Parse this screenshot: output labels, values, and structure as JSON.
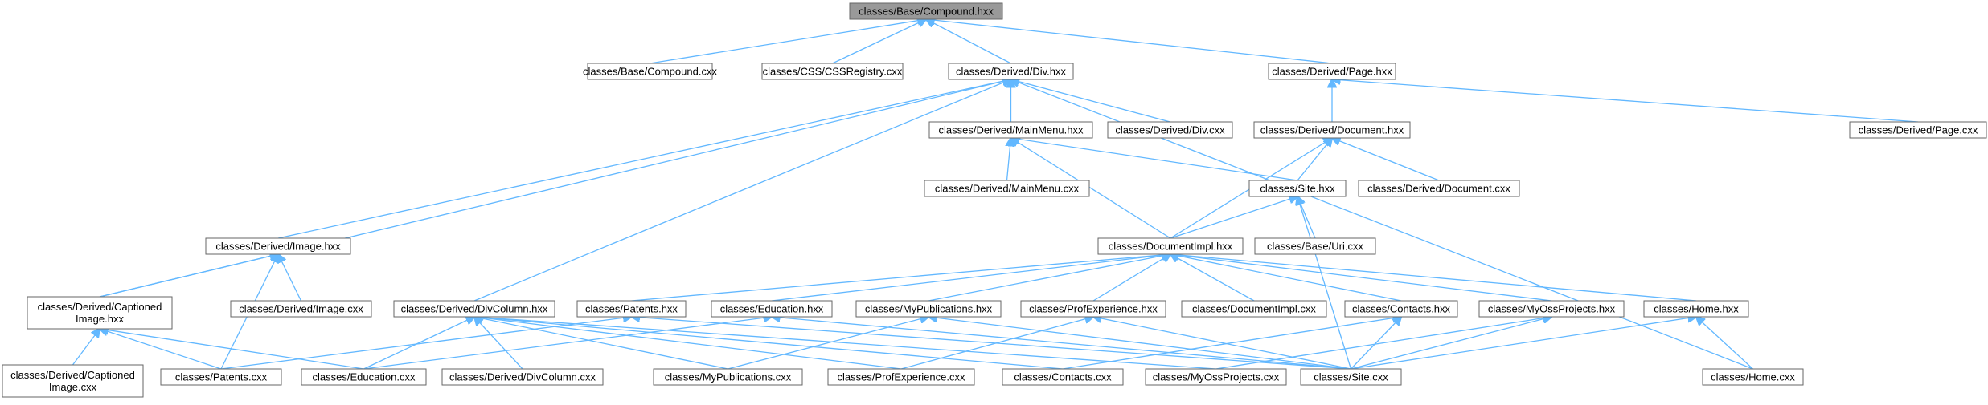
{
  "colors": {
    "edge": "#63b8ff",
    "root_fill": "#999999",
    "node_border": "#666666"
  },
  "nodes": [
    {
      "id": "base_compound_hxx",
      "lines": [
        "classes/Base/Compound.hxx"
      ],
      "root": true
    },
    {
      "id": "base_compound_cxx",
      "lines": [
        "classes/Base/Compound.cxx"
      ]
    },
    {
      "id": "css_cssregistry_cxx",
      "lines": [
        "classes/CSS/CSSRegistry.cxx"
      ]
    },
    {
      "id": "derived_div_hxx",
      "lines": [
        "classes/Derived/Div.hxx"
      ]
    },
    {
      "id": "derived_page_hxx",
      "lines": [
        "classes/Derived/Page.hxx"
      ]
    },
    {
      "id": "derived_mainmenu_hxx",
      "lines": [
        "classes/Derived/MainMenu.hxx"
      ]
    },
    {
      "id": "derived_div_cxx",
      "lines": [
        "classes/Derived/Div.cxx"
      ]
    },
    {
      "id": "derived_document_hxx",
      "lines": [
        "classes/Derived/Document.hxx"
      ]
    },
    {
      "id": "derived_page_cxx",
      "lines": [
        "classes/Derived/Page.cxx"
      ]
    },
    {
      "id": "derived_mainmenu_cxx",
      "lines": [
        "classes/Derived/MainMenu.cxx"
      ]
    },
    {
      "id": "site_hxx",
      "lines": [
        "classes/Site.hxx"
      ]
    },
    {
      "id": "derived_document_cxx",
      "lines": [
        "classes/Derived/Document.cxx"
      ]
    },
    {
      "id": "derived_image_hxx",
      "lines": [
        "classes/Derived/Image.hxx"
      ]
    },
    {
      "id": "documentimpl_hxx",
      "lines": [
        "classes/DocumentImpl.hxx"
      ]
    },
    {
      "id": "base_uri_cxx",
      "lines": [
        "classes/Base/Uri.cxx"
      ]
    },
    {
      "id": "derived_captionedimage_hxx",
      "lines": [
        "classes/Derived/Captioned",
        "Image.hxx"
      ]
    },
    {
      "id": "derived_image_cxx",
      "lines": [
        "classes/Derived/Image.cxx"
      ]
    },
    {
      "id": "derived_divcolumn_hxx",
      "lines": [
        "classes/Derived/DivColumn.hxx"
      ]
    },
    {
      "id": "patents_hxx",
      "lines": [
        "classes/Patents.hxx"
      ]
    },
    {
      "id": "education_hxx",
      "lines": [
        "classes/Education.hxx"
      ]
    },
    {
      "id": "mypublications_hxx",
      "lines": [
        "classes/MyPublications.hxx"
      ]
    },
    {
      "id": "profexperience_hxx",
      "lines": [
        "classes/ProfExperience.hxx"
      ]
    },
    {
      "id": "documentimpl_cxx",
      "lines": [
        "classes/DocumentImpl.cxx"
      ]
    },
    {
      "id": "contacts_hxx",
      "lines": [
        "classes/Contacts.hxx"
      ]
    },
    {
      "id": "myossprojects_hxx",
      "lines": [
        "classes/MyOssProjects.hxx"
      ]
    },
    {
      "id": "home_hxx",
      "lines": [
        "classes/Home.hxx"
      ]
    },
    {
      "id": "derived_captionedimage_cxx",
      "lines": [
        "classes/Derived/Captioned",
        "Image.cxx"
      ]
    },
    {
      "id": "patents_cxx",
      "lines": [
        "classes/Patents.cxx"
      ]
    },
    {
      "id": "education_cxx",
      "lines": [
        "classes/Education.cxx"
      ]
    },
    {
      "id": "derived_divcolumn_cxx",
      "lines": [
        "classes/Derived/DivColumn.cxx"
      ]
    },
    {
      "id": "mypublications_cxx",
      "lines": [
        "classes/MyPublications.cxx"
      ]
    },
    {
      "id": "profexperience_cxx",
      "lines": [
        "classes/ProfExperience.cxx"
      ]
    },
    {
      "id": "contacts_cxx",
      "lines": [
        "classes/Contacts.cxx"
      ]
    },
    {
      "id": "myossprojects_cxx",
      "lines": [
        "classes/MyOssProjects.cxx"
      ]
    },
    {
      "id": "site_cxx",
      "lines": [
        "classes/Site.cxx"
      ]
    },
    {
      "id": "home_cxx",
      "lines": [
        "classes/Home.cxx"
      ]
    }
  ],
  "edges": [
    [
      "base_compound_cxx",
      "base_compound_hxx"
    ],
    [
      "css_cssregistry_cxx",
      "base_compound_hxx"
    ],
    [
      "derived_div_hxx",
      "base_compound_hxx"
    ],
    [
      "derived_page_hxx",
      "base_compound_hxx"
    ],
    [
      "derived_mainmenu_hxx",
      "derived_div_hxx"
    ],
    [
      "derived_div_cxx",
      "derived_div_hxx"
    ],
    [
      "derived_image_hxx",
      "derived_div_hxx"
    ],
    [
      "derived_captionedimage_hxx",
      "derived_div_hxx"
    ],
    [
      "derived_divcolumn_hxx",
      "derived_div_hxx"
    ],
    [
      "home_cxx",
      "derived_div_hxx"
    ],
    [
      "derived_document_hxx",
      "derived_page_hxx"
    ],
    [
      "derived_page_cxx",
      "derived_page_hxx"
    ],
    [
      "derived_mainmenu_cxx",
      "derived_mainmenu_hxx"
    ],
    [
      "site_hxx",
      "derived_mainmenu_hxx"
    ],
    [
      "documentimpl_hxx",
      "derived_mainmenu_hxx"
    ],
    [
      "site_hxx",
      "derived_document_hxx"
    ],
    [
      "derived_document_cxx",
      "derived_document_hxx"
    ],
    [
      "documentimpl_hxx",
      "derived_document_hxx"
    ],
    [
      "documentimpl_hxx",
      "site_hxx"
    ],
    [
      "base_uri_cxx",
      "site_hxx"
    ],
    [
      "site_cxx",
      "site_hxx"
    ],
    [
      "derived_captionedimage_hxx",
      "derived_image_hxx"
    ],
    [
      "derived_image_cxx",
      "derived_image_hxx"
    ],
    [
      "patents_cxx",
      "derived_image_hxx"
    ],
    [
      "patents_hxx",
      "documentimpl_hxx"
    ],
    [
      "education_hxx",
      "documentimpl_hxx"
    ],
    [
      "mypublications_hxx",
      "documentimpl_hxx"
    ],
    [
      "profexperience_hxx",
      "documentimpl_hxx"
    ],
    [
      "documentimpl_cxx",
      "documentimpl_hxx"
    ],
    [
      "contacts_hxx",
      "documentimpl_hxx"
    ],
    [
      "myossprojects_hxx",
      "documentimpl_hxx"
    ],
    [
      "home_hxx",
      "documentimpl_hxx"
    ],
    [
      "derived_captionedimage_cxx",
      "derived_captionedimage_hxx"
    ],
    [
      "patents_cxx",
      "derived_captionedimage_hxx"
    ],
    [
      "education_cxx",
      "derived_captionedimage_hxx"
    ],
    [
      "education_cxx",
      "derived_divcolumn_hxx"
    ],
    [
      "derived_divcolumn_cxx",
      "derived_divcolumn_hxx"
    ],
    [
      "mypublications_cxx",
      "derived_divcolumn_hxx"
    ],
    [
      "profexperience_cxx",
      "derived_divcolumn_hxx"
    ],
    [
      "contacts_cxx",
      "derived_divcolumn_hxx"
    ],
    [
      "myossprojects_cxx",
      "derived_divcolumn_hxx"
    ],
    [
      "patents_cxx",
      "patents_hxx"
    ],
    [
      "site_cxx",
      "patents_hxx"
    ],
    [
      "education_cxx",
      "education_hxx"
    ],
    [
      "site_cxx",
      "education_hxx"
    ],
    [
      "mypublications_cxx",
      "mypublications_hxx"
    ],
    [
      "site_cxx",
      "mypublications_hxx"
    ],
    [
      "profexperience_cxx",
      "profexperience_hxx"
    ],
    [
      "site_cxx",
      "profexperience_hxx"
    ],
    [
      "contacts_cxx",
      "contacts_hxx"
    ],
    [
      "site_cxx",
      "contacts_hxx"
    ],
    [
      "myossprojects_cxx",
      "myossprojects_hxx"
    ],
    [
      "site_cxx",
      "myossprojects_hxx"
    ],
    [
      "home_cxx",
      "home_hxx"
    ],
    [
      "site_cxx",
      "home_hxx"
    ]
  ]
}
